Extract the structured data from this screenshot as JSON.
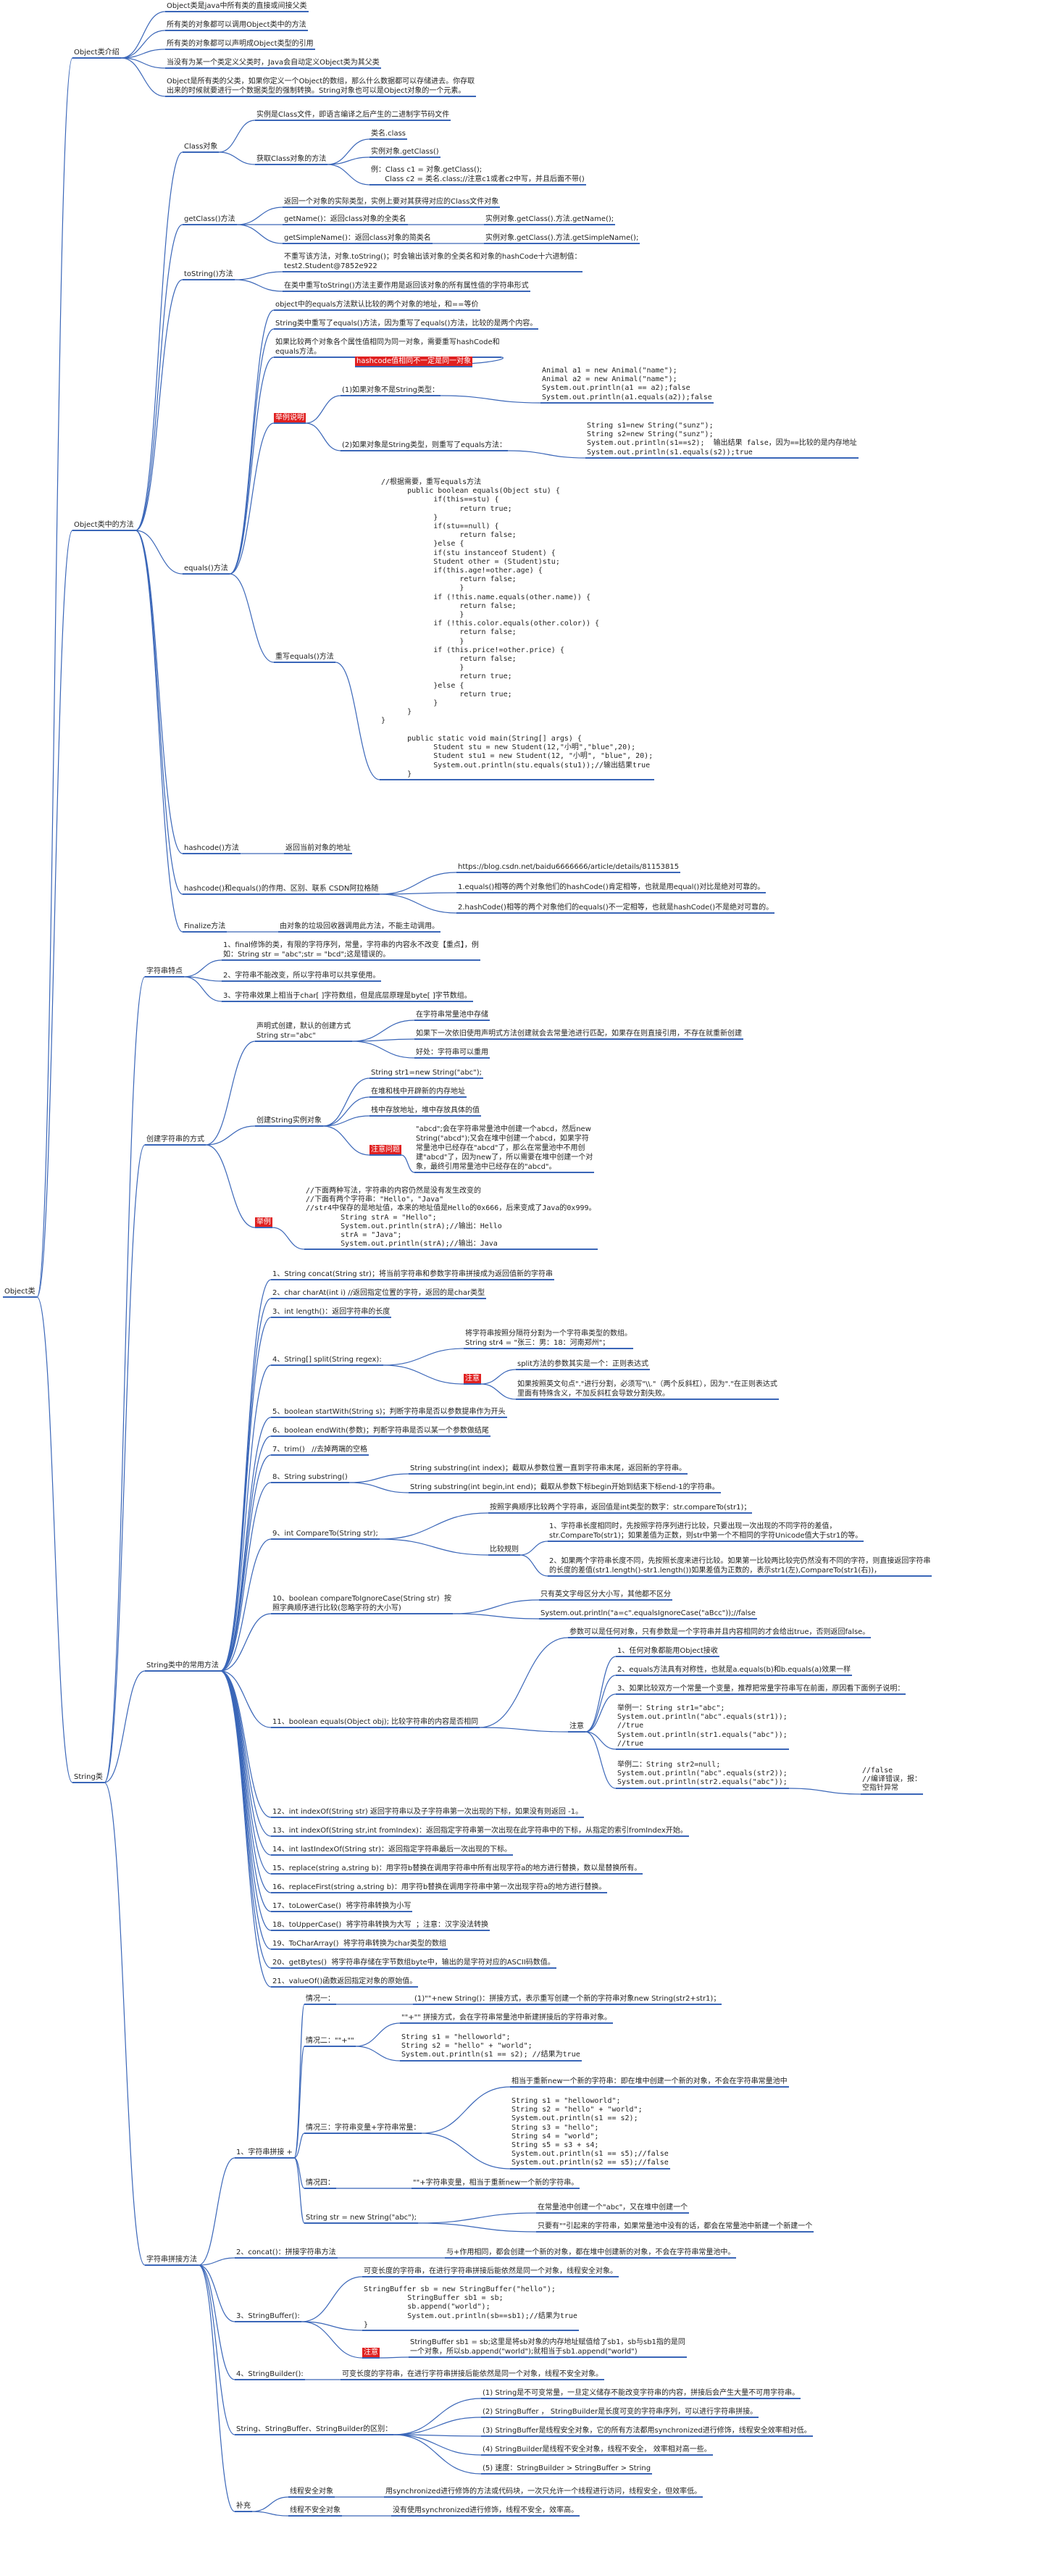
{
  "root": "Object类",
  "object": {
    "title": "Object类",
    "intro": {
      "title": "Object类介绍",
      "items": [
        "Object类是java中所有类的直接或间接父类",
        "所有类的对象都可以调用Object类中的方法",
        "所有类的对象都可以声明成Object类型的引用",
        "当没有为某一个类定义父类时，Java会自动定义Object类为其父类",
        "Object是所有类的父类，如果你定义一个Object的数组，那么什么数据都可以存储进去。你存取\n出来的时候就要进行一个数据类型的强制转换。String对象也可以是Object对象的一个元素。"
      ]
    },
    "methods": {
      "title": "Object类中的方法",
      "getclass": {
        "title": "Class对象",
        "desc": "实例是Class文件，即语言编译之后产生的二进制字节码文件",
        "obtain": "获取Class对象的方法",
        "ways": [
          "类名.class",
          "实例对象.getClass()",
          "例：Class c1 = 对象.getClass();\n      Class c2 = 类名.class;//注意c1或者c2中写，并且后面不带()"
        ]
      },
      "getclass_method": {
        "title": "getClass()方法",
        "desc": "返回一个对象的实际类型，实例上要对其获得对应的Class文件对象",
        "getname": "getName()：返回class对象的全类名",
        "getname_ex": "实例对象.getClass().方法.getName();",
        "getsimple": "getSimpleName()：返回class对象的简类名",
        "getsimple_ex": "实例对象.getClass().方法.getSimpleName();"
      },
      "tostring": {
        "title": "toString()方法",
        "desc": "不重写该方法，对象.toString()；时会输出该对象的全类名和对象的hashCode十六进制值：\ntest2.Student@7852e922",
        "override": "在类中重写toString()方法主要作用是返回该对象的所有属性值的字符串形式"
      },
      "equals": {
        "title": "equals()方法",
        "default": "object中的equals方法默认比较的两个对象的地址，和==等价",
        "string": "String类中重写了equals()方法，因为重写了equals()方法，比较的是两个内容。",
        "override_note": "如果比较两个对象各个属性值相同为同一对象，需要重写hashCode和\nequals方法。",
        "red_note": "hashcode值相同不一定是同一对象",
        "example_label": "举例说明",
        "case1": "(1)如果对象不是String类型：",
        "case1_code": "Animal a1 = new Animal(\"name\");\nAnimal a2 = new Animal(\"name\");\nSystem.out.println(a1 == a2);false\nSystem.out.println(a1.equals(a2));false",
        "case2": "(2)如果对象是String类型，则重写了equals方法：",
        "case2_code": "String s1=new String(\"sunz\");\nString s2=new String(\"sunz\");\nSystem.out.println(s1==s2);  输出结果 false，因为==比较的是内存地址\nSystem.out.println(s1.equals(s2));true",
        "rewrite_label": "重写equals()方法",
        "rewrite_code": "//根据需要，重写equals方法\n      public boolean equals(Object stu) {\n            if(this==stu) {\n                  return true;\n            }\n            if(stu==null) {\n                  return false;\n            }else {\n            if(stu instanceof Student) {\n            Student other = (Student)stu;\n            if(this.age!=other.age) {\n                  return false;\n                  }\n            if (!this.name.equals(other.name)) {\n                  return false;\n                  }\n            if (!this.color.equals(other.color)) {\n                  return false;\n                  }\n            if (this.price!=other.price) {\n                  return false;\n                  }\n                  return true;\n            }else {\n                  return true;\n            }\n      }\n}\n\n      public static void main(String[] args) {\n            Student stu = new Student(12,\"小明\",\"blue\",20);\n            Student stu1 = new Student(12, \"小明\", \"blue\", 20);\n            System.out.println(stu.equals(stu1));//输出结果true\n      }"
      },
      "hashcode": {
        "title": "hashcode()方法",
        "desc": "返回当前对象的地址"
      },
      "hash_equals": {
        "title": "hashcode()和equals()的作用、区别、联系 CSDN阿拉格随",
        "url": "https://blog.csdn.net/baidu6666666/article/details/81153815",
        "rule1": "1.equals()相等的两个对象他们的hashCode()肯定相等，也就是用equal()对比是绝对可靠的。",
        "rule2": "2.hashCode()相等的两个对象他们的equals()不一定相等，也就是hashCode()不是绝对可靠的。"
      },
      "finalize": {
        "title": "Finalize方法",
        "desc": "由对象的垃圾回收器调用此方法，不能主动调用。"
      }
    }
  },
  "string": {
    "title": "String类",
    "features": {
      "title": "字符串特点",
      "items": [
        "1、final修饰的类，有限的字符序列，常量，字符串的内容永不改变【重点】，例\n如：String str = \"abc\";str = \"bcd\";这是错误的。",
        "2、字符串不能改变，所以字符串可以共享使用。",
        "3、字符串效果上相当于char[ ]字符数组，但是底层原理是byte[ ]字节数组。"
      ]
    },
    "create": {
      "title": "创建字符串的方式",
      "literal": "声明式创建，默认的创建方式\nString str=\"abc\"",
      "pool": "在字符串常量池中存储",
      "pool_desc": "如果下一次依旧使用声明式方法创建就会去常量池进行匹配，如果存在则直接引用，不存在就重新创建",
      "pool_adv": "好处：字符串可以重用",
      "newobj": "创建String实例对象",
      "newobj_code": "String str1=new String(\"abc\");",
      "heap": "在堆和栈中开辟新的内存地址",
      "stack": "栈中存放地址，堆中存放具体的值",
      "note_label": "注意问题",
      "note": "\"abcd\";会在字符串常量池中创建一个abcd，然后new\nString(\"abcd\");又会在堆中创建一个abcd，如果字符\n常量池中已经存在\"abcd\"了，那么在常量池中不用创\n建\"abcd\"了，因为new了，所以需要在堆中创建一个对\n象，最终引用常量池中已经存在的\"abcd\"。",
      "ex_label": "举例",
      "ex_code": "//下面两种写法，字符串的内容仍然是没有发生改变的\n//下面有两个字符串：\"Hello\"，\"Java\"\n//str4中保存的是地址值，本来的地址值是Hello的0x666，后来变成了Java的0x999。\n        String strA = \"Hello\";\n        System.out.println(strA);//输出：Hello\n        strA = \"Java\";\n        System.out.println(strA);//输出：Java"
    },
    "methods": {
      "title": "String类中的常用方法",
      "m1": "1、String concat(String str)；将当前字符串和参数字符串拼接成为返回值新的字符串",
      "m2": "2、char charAt(int i) //返回指定位置的字符，返回的是char类型",
      "m3": "3、int length()：返回字符串的长度",
      "m4": "4、String[] split(String regex):",
      "m4_desc": "将字符串按照分隔符分割为一个字符串类型的数组。\nString str4 = \"张三：男：18：河南郑州\"；",
      "m4_label": "注意",
      "m4_n1": "split方法的参数其实是一个：正则表达式",
      "m4_n2": "如果按照英文句点\".\"进行分割，必须写\"\\\\.\"（两个反斜杠），因为\".\"在正则表达式\n里面有特殊含义，不加反斜杠会导致分割失败。",
      "m5": "5、boolean startWith(String s)；判断字符串是否以参数提串作为开头",
      "m6": "6、boolean endWith(参数)；判断字符串是否以某一个参数做结尾",
      "m7": "7、trim()   //去掉两端的空格",
      "m8": "8、String substring()",
      "m8_a": "String substring(int index)；截取从参数位置一直到字符串末尾，返回新的字符串。",
      "m8_b": "String substring(int begin,int end)；截取从参数下标begin开始到结束下标end-1的字符串。",
      "m9": "9、int CompareTo(String str);",
      "m9_desc": "按照字典顺序比较两个字符串，返回值是int类型的数字：str.compareTo(str1)；",
      "m9_rule": "比较规则",
      "m9_r1": "1、字符串长度相同时，先按照字符序列进行比较，只要出现一次出现的不同字符的差值，\nstr.CompareTo(str1)；如果差值为正数，则str中第一个不相同的字符Unicode值大于str1的等。",
      "m9_r2": "2、如果两个字符串长度不同，先按照长度来进行比较。如果第一比较两比较完仍然没有不同的字符，则直接返回字符串\n的长度的差值(str1.length()-str1.length())如果差值为正数的，表示str1(左),CompareTo(str1(右))，",
      "m10": "10、boolean compareToIgnoreCase(String str)  按\n照字典顺序进行比较(忽略字符的大小写)",
      "m10_a": "只有英文字母区分大小写，其他都不区分",
      "m10_b": "System.out.println(\"a=c\".equalsIgnoreCase(\"aBcc\"));//false",
      "m11": "11、boolean equals(Object obj); 比较字符串的内容是否相同",
      "m11_head": "参数可以是任何对象，只有参数是一个字符串并且内容相同的才会给出true，否则返回false。",
      "m11_label": "注意",
      "m11_n1": "1、任何对象都能用Object接收",
      "m11_n2": "2、equals方法具有对称性，也就是a.equals(b)和b.equals(a)效果一样",
      "m11_n3": "3、如果比较双方一个常量一个变量，推荐把常量字符串写在前面，原因看下面例子说明：",
      "m11_ex1": "举例一：String str1=\"abc\";\nSystem.out.println(\"abc\".equals(str1));\n//true\nSystem.out.println(str1.equals(\"abc\"));\n//true",
      "m11_ex2": "举例二：String str2=null;\nSystem.out.println(\"abc\".equals(str2));\nSystem.out.println(str2.equals(\"abc\"));",
      "m11_ex2_note": "//false\n//编译错误，报：\n空指针异常",
      "m12": "12、int indexOf(String str) 返回字符串以及子字符串第一次出现的下标，如果没有则返回 -1。",
      "m13": "13、int indexOf(String str,int fromIndex)：返回指定字符串第一次出现在此字符串中的下标，从指定的索引fromIndex开始。",
      "m14": "14、int lastIndexOf(String str)：返回指定字符串最后一次出现的下标。",
      "m15": "15、replace(string a,string b)：用字符b替换在调用字符串中所有出现字符a的地方进行替换，数以是替换所有。",
      "m16": "16、replaceFirst(string a,string b)：用字符b替换在调用字符串中第一次出现字符a的地方进行替换。",
      "m17": "17、toLowerCase()  将字符串转换为小写",
      "m18": "18、toUpperCase()  将字符串转换为大写  ；注意：汉字没法转换",
      "m19": "19、ToCharArray()  将字符串转换为char类型的数组",
      "m20": "20、getBytes()  将字符串存储在字节数组byte中，输出的是字符对应的ASCII码数值。",
      "m21": "21、valueOf()函数返回指定对象的原始值。"
    },
    "concat": {
      "title": "字符串拼接方法",
      "plus": "1、字符串拼接 +",
      "w1": "情况一：",
      "w1_desc": "(1)\"\"+new String()：拼接方式，表示重写创建一个新的字符串对象new String(str2+str1)；",
      "w2": "情况二：\"\"+\"\"",
      "w2_desc": "\"\"+\"\" 拼接方式，会在字符串常量池中新建拼接后的字符串对象。",
      "w2_code": "String s1 = \"helloworld\";\nString s2 = \"hello\" + \"world\";\nSystem.out.println(s1 == s2); //结果为true",
      "w3": "情况三：字符串变量+字符串常量：",
      "w3_desc": "相当于重新new一个新的字符串：即在堆中创建一个新的对象，不会在字符串常量池中",
      "w3_code": "String s1 = \"helloworld\";\nString s2 = \"hello\" + \"world\";\nSystem.out.println(s1 == s2);\nString s3 = \"hello\";\nString s4 = \"world\";\nString s5 = s3 + s4;\nSystem.out.println(s1 == s5);//false\nSystem.out.println(s2 == s5);//false",
      "w4": "情况四：",
      "w4_desc": "\"\"+字符串变量，相当于重新new一个新的字符串。",
      "newstr": "String str = new String(\"abc\");",
      "newstr_a": "在常量池中创建一个\"abc\"，又在堆中创建一个",
      "newstr_b": "只要有\"\"引起来的字符串，如果常量池中没有的话，都会在常量池中新建一个新建一个",
      "c2": "2、concat()：拼接字符串方法",
      "c2_desc": "与+作用相同，都会创建一个新的对象，都在堆中创建新的对象，不会在字符串常量池中。",
      "c3": "3、StringBuffer():",
      "c3_head": "可变长度的字符串，在进行字符串拼接后能依然是同一个对象，线程安全对象。",
      "c3_code": "StringBuffer sb = new StringBuffer(\"hello\");\n          StringBuffer sb1 = sb;\n          sb.append(\"world\");\n          System.out.println(sb==sb1);//结果为true\n}",
      "c3_label": "注意",
      "c3_note": "StringBuffer sb1 = sb;这里是将sb对象的内存地址赋值给了sb1，sb与sb1指的是同\n一个对象，所以sb.append(\"world\");就相当于sb1.append(\"world\")",
      "c4": "4、StringBuilder():",
      "c4_desc": "可变长度的字符串，在进行字符串拼接后能依然是同一个对象，线程不安全对象。",
      "diff": "String、StringBuffer、StringBuilder的区别：",
      "d1": "(1) String是不可变常量，一旦定义储存不能改变字符串的内容，拼接后会产生大量不可用字符串。",
      "d2": "(2) StringBuffer ， StringBuilder是长度可变的字符串序列，可以进行字符串拼接。",
      "d3": "(3) StringBuffer是线程安全对象，它的所有方法都用synchronized进行修饰，线程安全效率相对低。",
      "d4": "(4) StringBuilder是线程不安全对象，线程不安全， 效率相对高一些。",
      "d5": "(5) 速度：StringBuilder > StringBuffer > String",
      "supp": "补充",
      "s1": "线程安全对象",
      "s1_desc": "用synchronized进行修饰的方法或代码块，一次只允许一个线程进行访问，线程安全，但效率低。",
      "s2": "线程不安全对象",
      "s2_desc": "没有使用synchronized进行修饰，线程不安全，效率高。"
    }
  }
}
